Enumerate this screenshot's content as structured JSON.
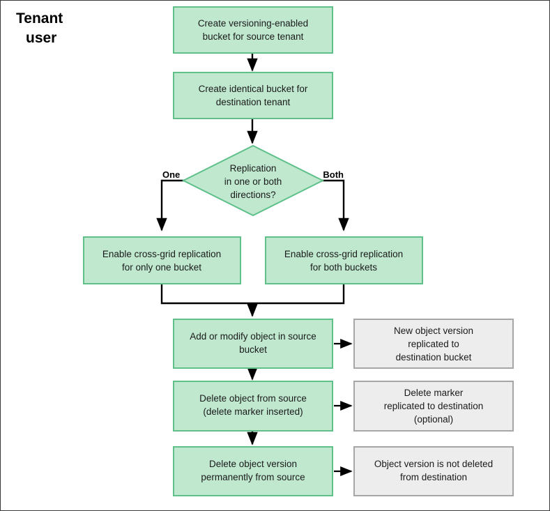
{
  "diagram": {
    "title": "Tenant\nuser",
    "title_line1": "Tenant",
    "title_line2": "user",
    "colors": {
      "process_fill": "#bfe8cf",
      "process_stroke": "#5fc08a",
      "result_fill": "#ededed",
      "result_stroke": "#a6a6a6",
      "connector": "#000000",
      "page_border": "#3a3a3a",
      "background": "#ffffff"
    },
    "nodes": {
      "create_source_bucket": {
        "type": "process",
        "line1": "Create versioning-enabled",
        "line2": "bucket for source tenant"
      },
      "create_destination_bucket": {
        "type": "process",
        "line1": "Create identical bucket for",
        "line2": "destination tenant"
      },
      "replication_decision": {
        "type": "decision",
        "line1": "Replication",
        "line2": "in one or both",
        "line3": "directions?"
      },
      "enable_one_bucket": {
        "type": "process",
        "line1": "Enable cross-grid replication",
        "line2": "for only one bucket"
      },
      "enable_both_buckets": {
        "type": "process",
        "line1": "Enable cross-grid replication",
        "line2": "for both buckets"
      },
      "add_modify_object": {
        "type": "process",
        "line1": "Add or modify object in source",
        "line2": "bucket"
      },
      "new_object_version": {
        "type": "result",
        "line1": "New object version",
        "line2": "replicated to",
        "line3": "destination bucket"
      },
      "delete_object": {
        "type": "process",
        "line1": "Delete object from source",
        "line2": "(delete marker inserted)"
      },
      "delete_marker": {
        "type": "result",
        "line1": "Delete marker",
        "line2": "replicated to destination",
        "line3": "(optional)"
      },
      "delete_object_version": {
        "type": "process",
        "line1": "Delete object version",
        "line2": "permanently from source"
      },
      "version_not_deleted": {
        "type": "result",
        "line1": "Object version is not deleted",
        "line2": "from destination",
        "line3": ""
      }
    },
    "edge_labels": {
      "one": "One",
      "both": "Both"
    }
  }
}
